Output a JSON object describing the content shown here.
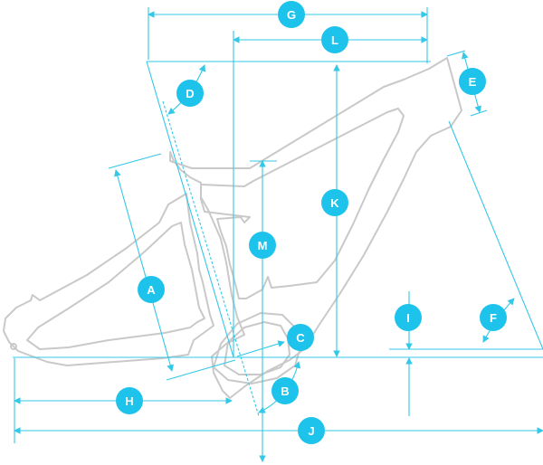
{
  "diagram": {
    "labels": [
      "A",
      "B",
      "C",
      "D",
      "E",
      "F",
      "G",
      "H",
      "I",
      "J",
      "K",
      "L",
      "M"
    ]
  },
  "colors": {
    "frame_outline": "#c9c9c9",
    "dimension_line": "#33c8e8",
    "badge_fill": "#1ec3ec",
    "badge_text": "#ffffff"
  }
}
